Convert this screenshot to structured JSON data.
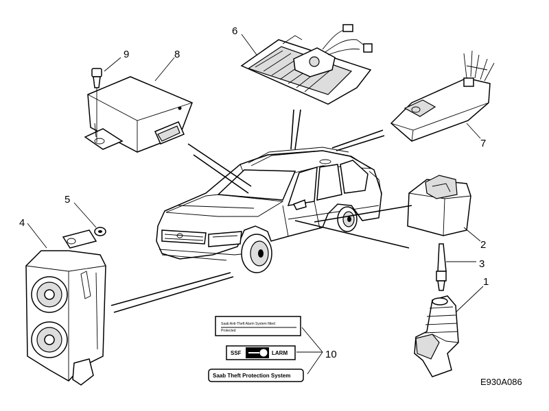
{
  "diagram_code": "E930A086",
  "callouts": {
    "n1": "1",
    "n2": "2",
    "n3": "3",
    "n4": "4",
    "n5": "5",
    "n6": "6",
    "n7": "7",
    "n8": "8",
    "n9": "9",
    "n10": "10"
  },
  "decals": {
    "label_top_line1": "Saab Anti-Theft Alarm System fitted",
    "label_top_line2": "Protected",
    "ssf": "SSF",
    "alarm": "LARM",
    "protection": "Saab Theft Protection System"
  }
}
